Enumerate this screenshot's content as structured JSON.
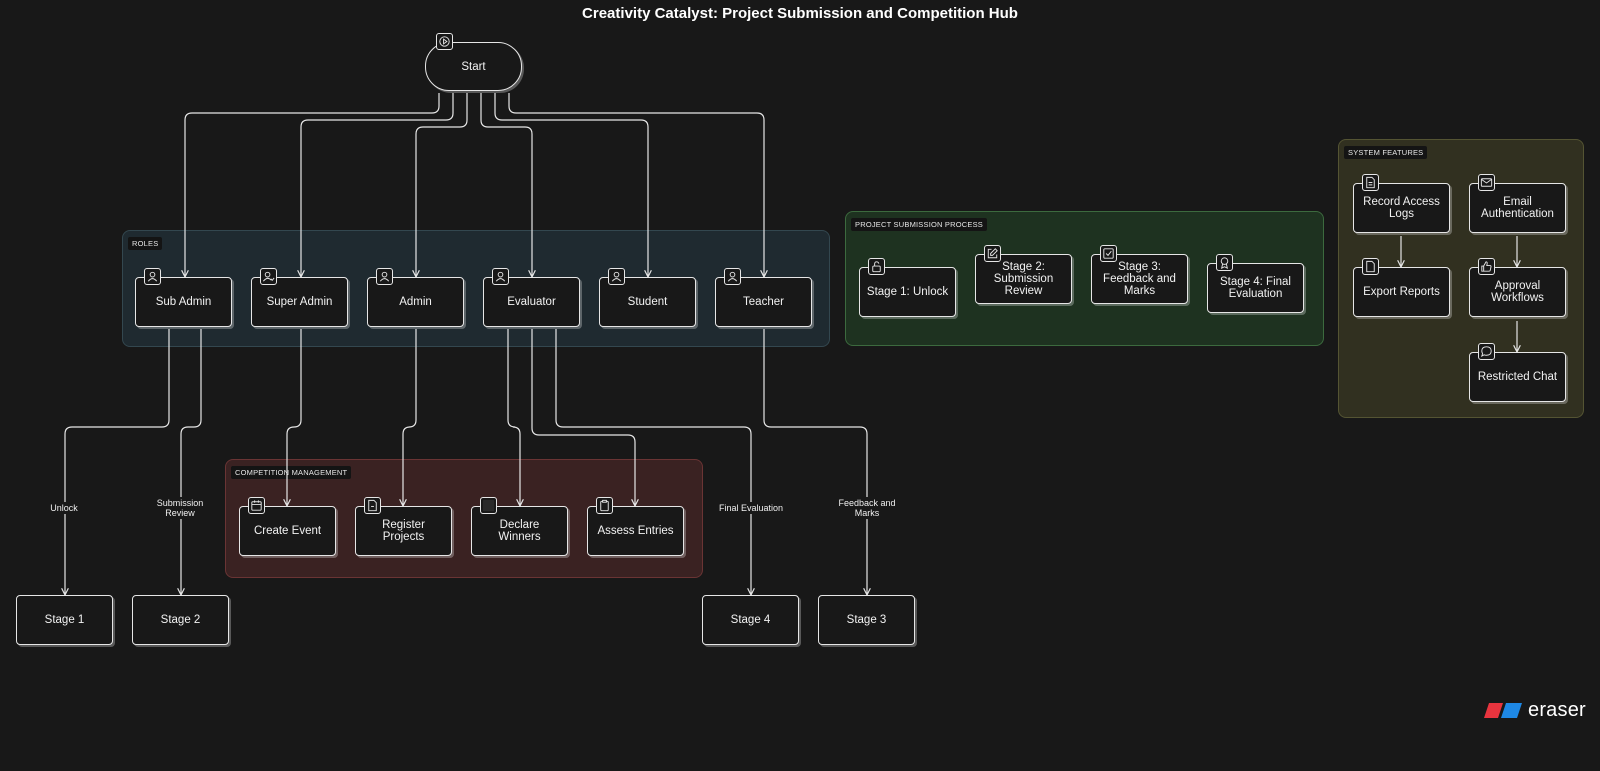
{
  "title": "Creativity Catalyst: Project Submission and Competition Hub",
  "groups": {
    "roles": "ROLES",
    "competition": "COMPETITION MANAGEMENT",
    "process": "PROJECT SUBMISSION PROCESS",
    "features": "SYSTEM FEATURES"
  },
  "nodes": {
    "start": "Start",
    "sub_admin": "Sub Admin",
    "super_admin": "Super Admin",
    "admin": "Admin",
    "evaluator": "Evaluator",
    "student": "Student",
    "teacher": "Teacher",
    "create_event": "Create Event",
    "register_projects": "Register Projects",
    "declare_winners": "Declare Winners",
    "assess_entries": "Assess Entries",
    "stage1_unlock": "Stage 1: Unlock",
    "stage2_review": "Stage 2: Submission Review",
    "stage3_feedback": "Stage 3: Feedback and Marks",
    "stage4_final": "Stage 4: Final Evaluation",
    "record_access_logs": "Record Access Logs",
    "email_auth": "Email Authentication",
    "export_reports": "Export Reports",
    "approval_workflows": "Approval Workflows",
    "restricted_chat": "Restricted Chat",
    "stage1": "Stage 1",
    "stage2": "Stage 2",
    "stage4": "Stage 4",
    "stage3": "Stage 3"
  },
  "edge_labels": {
    "unlock": "Unlock",
    "submission_review": "Submission\nReview",
    "final_evaluation": "Final Evaluation",
    "feedback_marks": "Feedback and\nMarks"
  },
  "icons": {
    "start": "play-icon",
    "roles": "user-icon",
    "super_admin": "user-check-icon",
    "create_event": "calendar-icon",
    "register_projects": "file-icon",
    "declare_winners": "trophy-icon",
    "assess_entries": "clipboard-icon",
    "stage1_unlock": "unlock-icon",
    "stage2_review": "edit-icon",
    "stage3_feedback": "check-square-icon",
    "stage4_final": "award-icon",
    "record_access_logs": "file-text-icon",
    "email_auth": "mail-icon",
    "export_reports": "file-icon",
    "approval_workflows": "thumbs-up-icon",
    "restricted_chat": "message-circle-icon"
  },
  "logo": {
    "text": "eraser"
  },
  "colors": {
    "background": "#181818",
    "roles_group": "#1f2a30",
    "competition_group": "#3a2222",
    "process_group": "#1e3220",
    "features_group": "#313020",
    "logo_red": "#e8343e",
    "logo_blue": "#1e88e5"
  }
}
